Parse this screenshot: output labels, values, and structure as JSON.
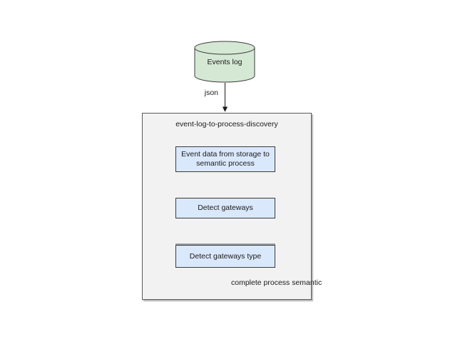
{
  "diagram": {
    "datastore": {
      "label": "Events log"
    },
    "input_edge": {
      "label": "json"
    },
    "container": {
      "title": "event-log-to-process-discovery"
    },
    "steps": [
      {
        "label": "Event data from storage to semantic process"
      },
      {
        "label": "Detect gateways"
      },
      {
        "label": "Detect gateways type"
      }
    ],
    "output_edge": {
      "label": "complete process semantic"
    },
    "colors": {
      "datastore_fill": "#d5e8d4",
      "step_fill": "#dae8fc",
      "container_fill": "#f2f2f2",
      "shape_border": "#3b3b3b",
      "container_border": "#5a5a5a",
      "arrow": "#1a1a1a",
      "text": "#1a1a1a"
    }
  }
}
